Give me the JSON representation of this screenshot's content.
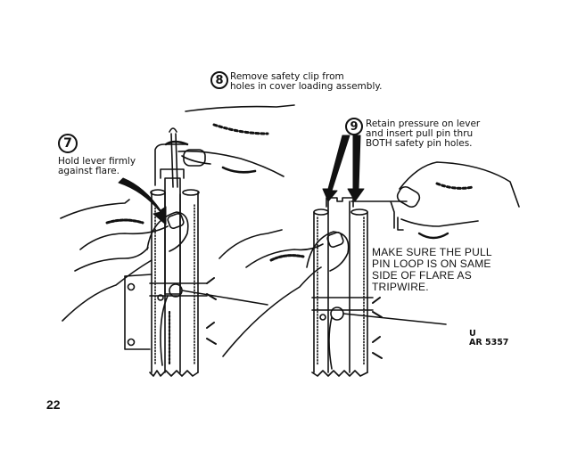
{
  "page": {
    "number": "22",
    "figure_reference": "U\nAR 5357"
  },
  "steps": [
    {
      "number": "7",
      "text": "Hold lever firmly\nagainst flare."
    },
    {
      "number": "8",
      "text": "Remove safety clip from\nholes in cover loading assembly."
    },
    {
      "number": "9",
      "text": "Retain pressure on lever\nand insert pull pin thru\nBOTH safety pin holes."
    }
  ],
  "warning": {
    "text": "MAKE SURE THE PULL\nPIN LOOP IS ON SAME\nSIDE OF FLARE AS\nTRIPWIRE."
  },
  "colors": {
    "ink": "#111111",
    "paper": "#ffffff"
  }
}
